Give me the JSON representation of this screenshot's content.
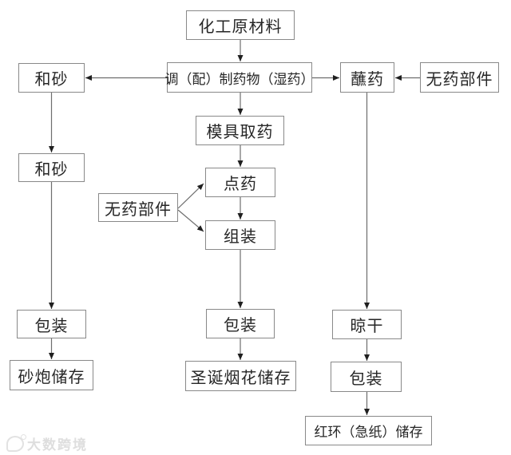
{
  "diagram": {
    "nodes": {
      "raw_material": "化工原材料",
      "mix": "调（配）制药物（湿药）",
      "sand_mix_1": "和砂",
      "dip_chem": "蘸药",
      "no_chem_parts_right": "无药部件",
      "mold_take": "模具取药",
      "dot_chem": "点药",
      "sand_mix_2": "和砂",
      "no_chem_parts_mid": "无药部件",
      "assemble": "组装",
      "pack_left": "包装",
      "pack_center": "包装",
      "dry": "晾干",
      "sand_cracker_storage": "砂炮储存",
      "christmas_fireworks_storage": "圣诞烟花储存",
      "pack_right": "包装",
      "red_ring_storage": "红环（急纸）储存"
    },
    "colors": {
      "background": "#ffffff",
      "node_border": "#898989",
      "node_text": "#262626",
      "line": "#6e6e6e",
      "arrowhead": "#1f1f1f",
      "watermark": "#dedede"
    }
  },
  "watermark": {
    "text": "大数跨境"
  }
}
